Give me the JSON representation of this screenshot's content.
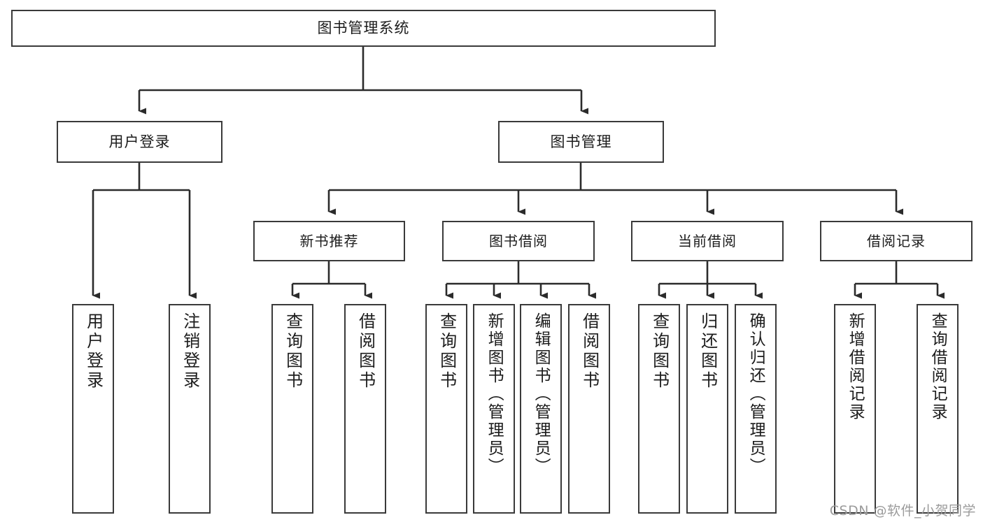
{
  "diagram": {
    "title": "图书管理系统",
    "type": "tree",
    "watermark": "CSDN @软件_小贺同学",
    "colors": {
      "box_border": "#3a3a3a",
      "box_fill": "#ffffff",
      "connector": "#2b2b2b",
      "text": "#1c1c1c",
      "watermark": "#9b9b9b",
      "background": "#ffffff"
    },
    "root": {
      "label": "图书管理系统"
    },
    "level2": [
      {
        "label": "用户登录"
      },
      {
        "label": "图书管理"
      }
    ],
    "level3": [
      {
        "label": "新书推荐"
      },
      {
        "label": "图书借阅"
      },
      {
        "label": "当前借阅"
      },
      {
        "label": "借阅记录"
      }
    ],
    "leaves": {
      "user_login": [
        {
          "label": "用户登录"
        },
        {
          "label": "注销登录"
        }
      ],
      "new_book_recommend": [
        {
          "label": "查询图书"
        },
        {
          "label": "借阅图书"
        }
      ],
      "book_borrow": [
        {
          "label": "查询图书"
        },
        {
          "label": "新增图书（管理员）"
        },
        {
          "label": "编辑图书（管理员）"
        },
        {
          "label": "借阅图书"
        }
      ],
      "current_borrow": [
        {
          "label": "查询图书"
        },
        {
          "label": "归还图书"
        },
        {
          "label": "确认归还（管理员）"
        }
      ],
      "borrow_record": [
        {
          "label": "新增借阅记录"
        },
        {
          "label": "查询借阅记录"
        }
      ]
    }
  }
}
